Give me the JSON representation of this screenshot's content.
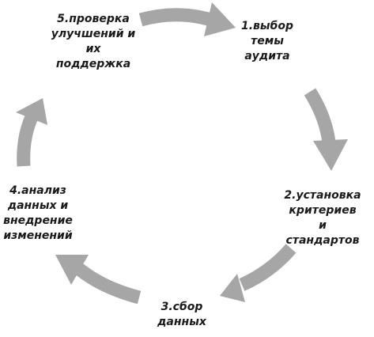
{
  "colors": {
    "arrow": "#a6a6a6",
    "text": "#1a1a1a",
    "background": "#ffffff"
  },
  "steps": [
    {
      "label": "1.выбор\nтемы\nаудита"
    },
    {
      "label": "2.установка\nкритериев и\nстандартов"
    },
    {
      "label": "3.сбор\nданных"
    },
    {
      "label": "4.анализ\nданных и\nвнедрение\nизменений"
    },
    {
      "label": "5.проверка\nулучшений и\nих\nподдержка"
    }
  ]
}
